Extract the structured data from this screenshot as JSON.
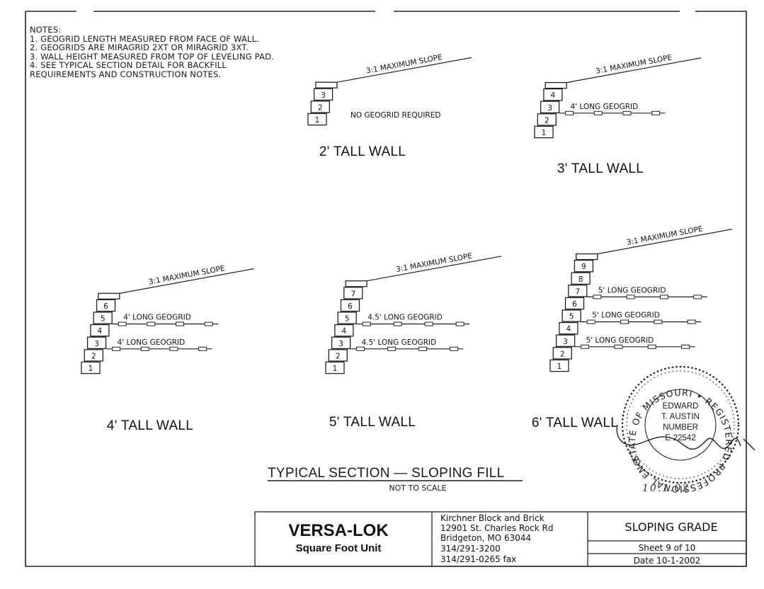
{
  "notes": {
    "title": "NOTES:",
    "lines": [
      "1. GEOGRID LENGTH MEASURED FROM FACE OF WALL.",
      "2. GEOGRIDS ARE MIRAGRID 2XT OR MIRAGRID 3XT.",
      "3. WALL HEIGHT MEASURED FROM TOP OF LEVELING PAD.",
      "4.  SEE TYPICAL SECTION DETAIL FOR BACKFILL",
      "REQUIREMENTS AND CONSTRUCTION NOTES."
    ]
  },
  "slope_label": "3:1 MAXIMUM SLOPE",
  "walls": [
    {
      "id": "wall-2ft",
      "title": "2' TALL WALL",
      "blocks": 3,
      "note": "NO GEOGRID REQUIRED",
      "geogrids": []
    },
    {
      "id": "wall-3ft",
      "title": "3' TALL WALL",
      "blocks": 4,
      "note": "",
      "geogrids": [
        {
          "above_block": 2,
          "label": "4' LONG GEOGRID"
        }
      ]
    },
    {
      "id": "wall-4ft",
      "title": "4' TALL WALL",
      "blocks": 6,
      "note": "",
      "geogrids": [
        {
          "above_block": 2,
          "label": "4' LONG GEOGRID"
        },
        {
          "above_block": 4,
          "label": "4' LONG GEOGRID"
        }
      ]
    },
    {
      "id": "wall-5ft",
      "title": "5' TALL WALL",
      "blocks": 7,
      "note": "",
      "geogrids": [
        {
          "above_block": 2,
          "label": "4.5' LONG GEOGRID"
        },
        {
          "above_block": 4,
          "label": "4.5' LONG GEOGRID"
        }
      ]
    },
    {
      "id": "wall-6ft",
      "title": "6' TALL WALL",
      "blocks": 9,
      "note": "",
      "geogrids": [
        {
          "above_block": 2,
          "label": "5' LONG GEOGRID"
        },
        {
          "above_block": 4,
          "label": "5' LONG GEOGRID"
        },
        {
          "above_block": 6,
          "label": "5' LONG GEOGRID"
        }
      ]
    }
  ],
  "section": {
    "title": "TYPICAL SECTION  —  SLOPING FILL",
    "subtitle": "NOT TO SCALE"
  },
  "seal": {
    "ring_text": "STATE OF MISSOURI • REGISTERED PROFESSIONAL ENGINEER",
    "name_line1": "EDWARD",
    "name_line2": "T. AUSTIN",
    "number_label": "NUMBER",
    "number": "E-22542",
    "date_handwritten": "10.1.02"
  },
  "title_block": {
    "product": "VERSA-LOK",
    "product_sub": "Square Foot Unit",
    "company": "Kirchner Block and Brick",
    "address1": "12901 St. Charles Rock Rd",
    "address2": "Bridgeton, MO  63044",
    "phone": "314/291-3200",
    "fax": "314/291-0265 fax",
    "drawing_title": "SLOPING GRADE",
    "sheet": "Sheet 9 of 10",
    "date": "Date 10-1-2002"
  }
}
